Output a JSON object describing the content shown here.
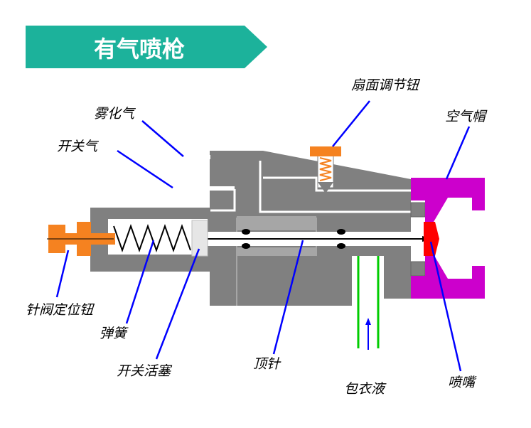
{
  "title": "有气喷枪",
  "labels": {
    "atomizing_air": "雾化气",
    "switch_air": "开关气",
    "fan_knob": "扇面调节钮",
    "air_cap": "空气帽",
    "needle_stop_knob": "针阀定位钮",
    "spring": "弹簧",
    "switch_piston": "开关活塞",
    "needle": "顶针",
    "coating_liquid": "包衣液",
    "nozzle": "喷嘴"
  },
  "colors": {
    "title_banner": "#1cb29b",
    "body": "#808080",
    "body_light": "#a6a6a6",
    "knob": "#f58220",
    "air_cap": "#cc00cc",
    "nozzle": "#ff0000",
    "leader": "#0000ff",
    "liquid_line": "#00cc00"
  }
}
